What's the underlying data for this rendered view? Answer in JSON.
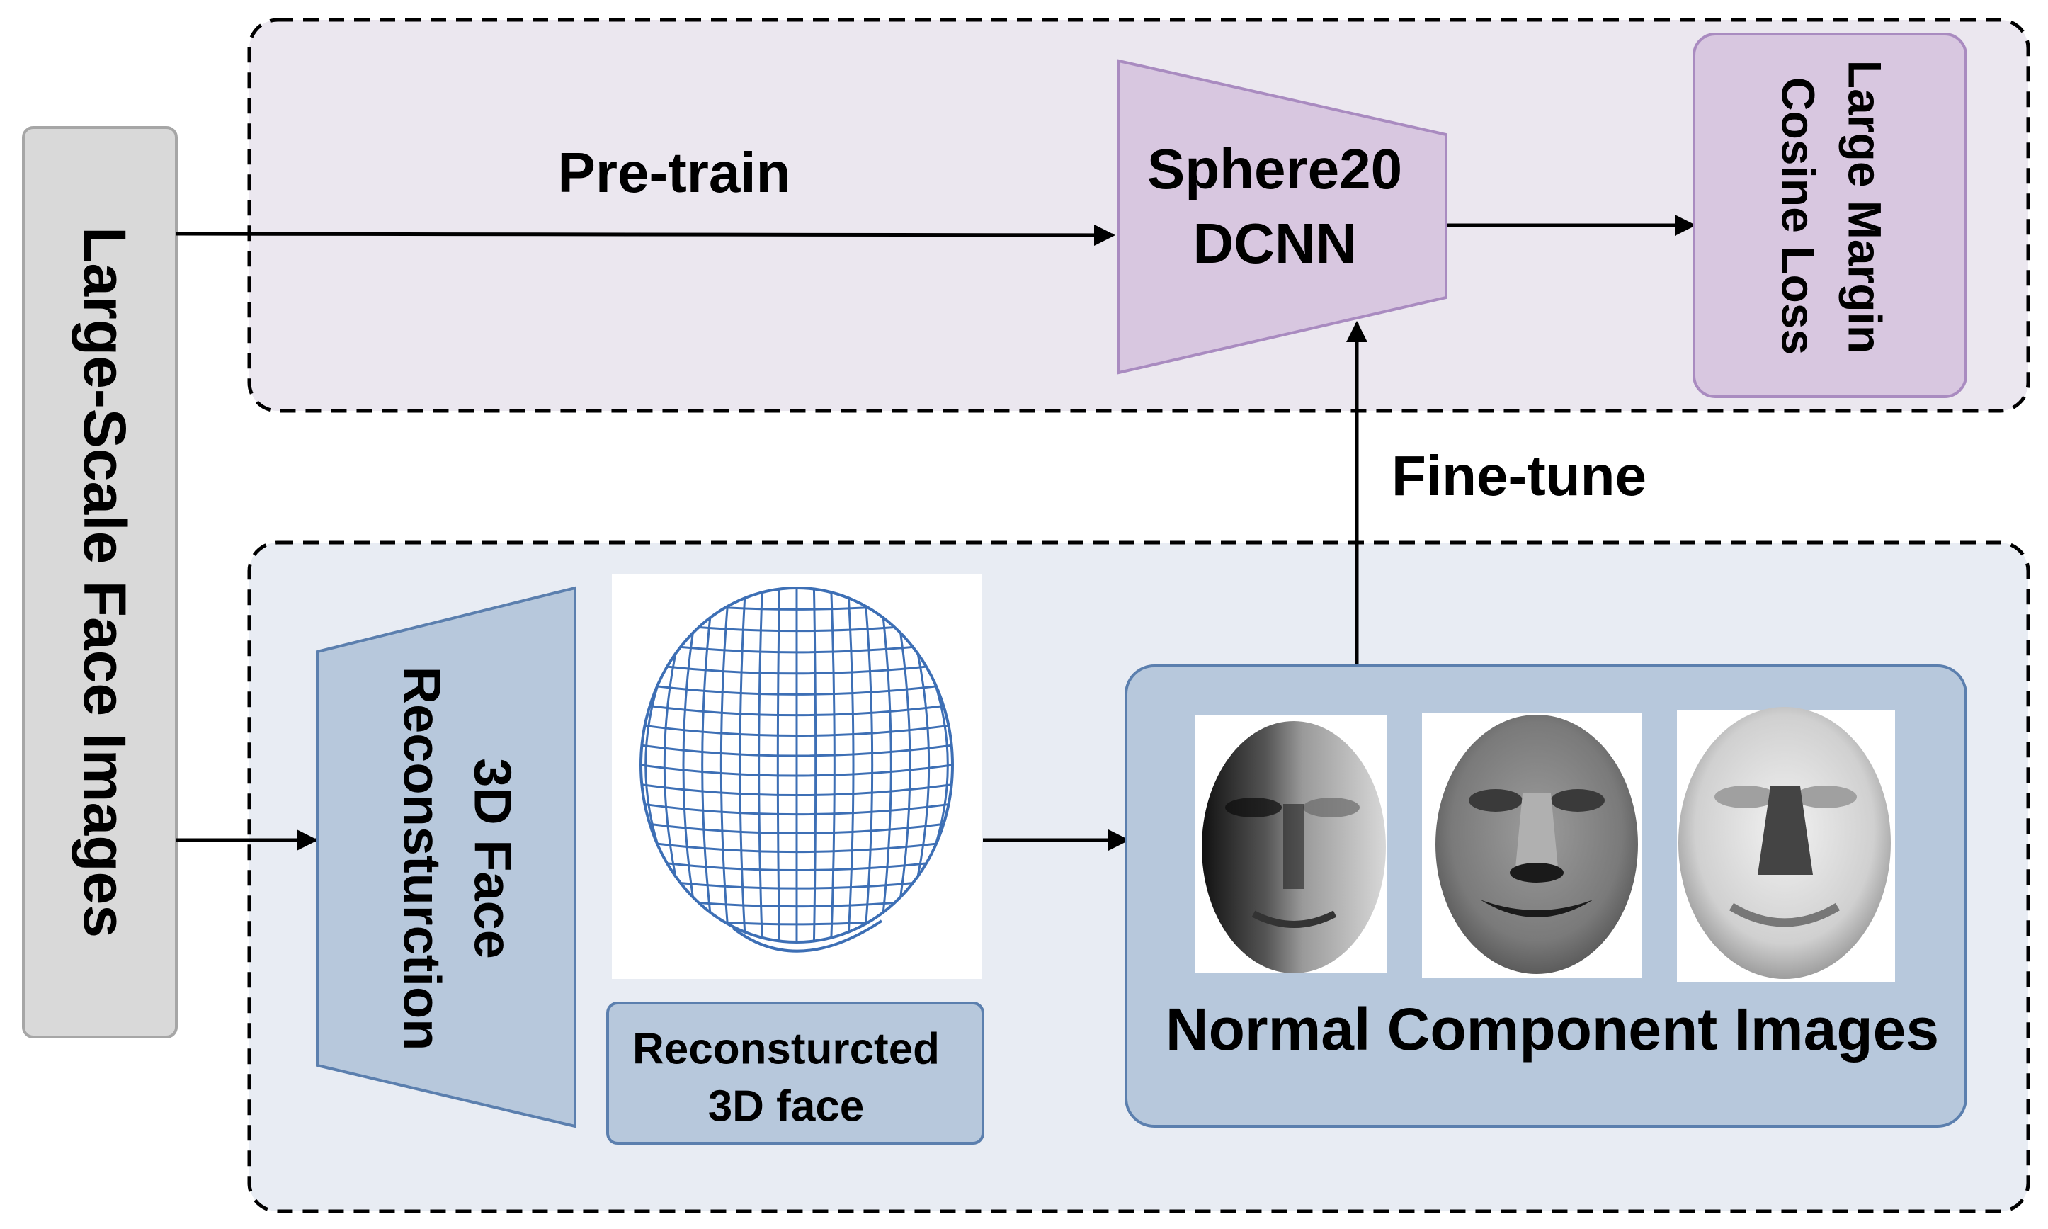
{
  "input_box": {
    "label": "Large-Scale Face Images",
    "fill": "#d9d9d9",
    "stroke": "#a6a6a6"
  },
  "pretrain_panel": {
    "fill": "#ebe7ef",
    "arrow_label": "Pre-train"
  },
  "network": {
    "line1": "Sphere20",
    "line2": "DCNN",
    "fill": "#d8c7e0",
    "stroke": "#a98bc0"
  },
  "loss_box": {
    "line1": "Large Margin",
    "line2": "Cosine Loss",
    "fill": "#d8c7e0",
    "stroke": "#a98bc0"
  },
  "finetune": {
    "label": "Fine-tune"
  },
  "finetune_panel": {
    "fill": "#e8ecf3"
  },
  "reconstruction": {
    "line1": "3D Face",
    "line2": "Reconsturction",
    "fill": "#b7c8dc",
    "stroke": "#5b7fae"
  },
  "reconstructed_face": {
    "line1": "Reconsturcted",
    "line2": "3D face",
    "mesh_color": "#3d6fb5"
  },
  "normal_images": {
    "label": "Normal Component Images",
    "fill": "#b7c8dc",
    "stroke": "#5b7fae"
  }
}
